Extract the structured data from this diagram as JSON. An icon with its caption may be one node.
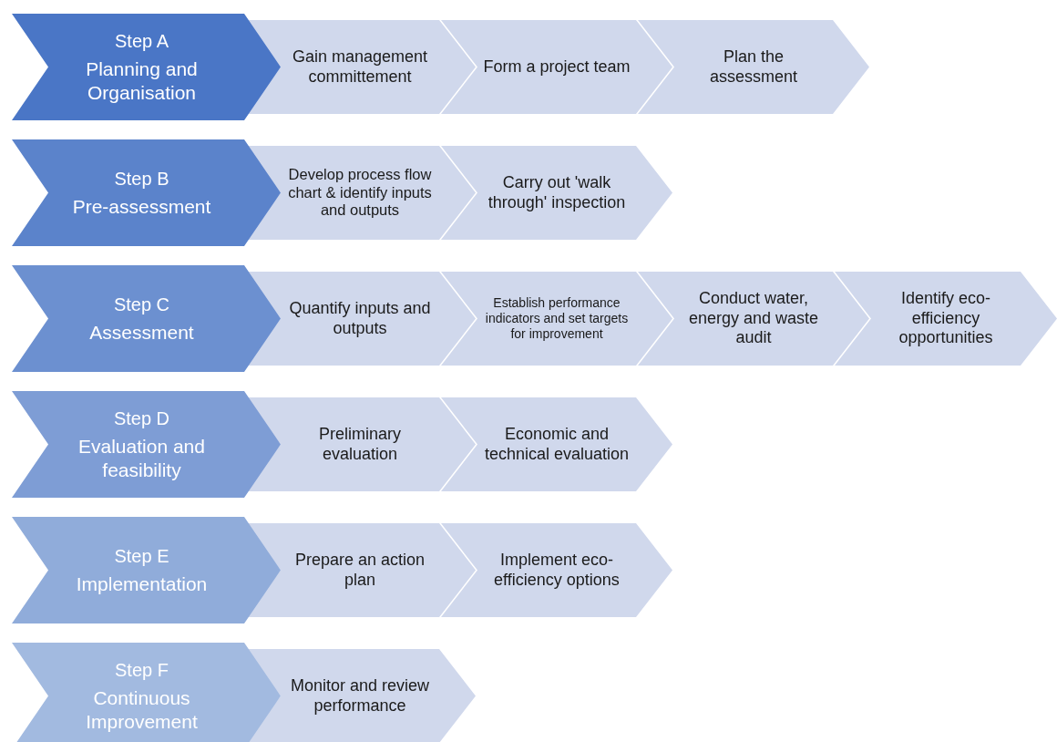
{
  "diagram": {
    "nodes": [
      {
        "text": [
          "Step A",
          "Planning and Organisation"
        ]
      },
      {
        "text": [
          "Gain management committement"
        ]
      },
      {
        "text": [
          "Form a project team"
        ]
      },
      {
        "text": [
          "Plan the assessment"
        ]
      },
      {
        "text": [
          "Step B",
          "Pre-assessment"
        ]
      },
      {
        "text": [
          "Develop process flow chart & identify inputs and outputs"
        ]
      },
      {
        "text": [
          "Carry out 'walk through' inspection"
        ]
      },
      {
        "text": [
          "Step C",
          "Assessment"
        ]
      },
      {
        "text": [
          "Quantify inputs and outputs"
        ]
      },
      {
        "text": [
          "Establish performance indicators and set targets for improvement"
        ]
      },
      {
        "text": [
          "Conduct water, energy and waste audit"
        ]
      },
      {
        "text": [
          "Identify eco-efficiency opportunities"
        ]
      },
      {
        "text": [
          "Step D",
          "Evaluation and feasibility"
        ]
      },
      {
        "text": [
          "Preliminary evaluation"
        ]
      },
      {
        "text": [
          "Economic and technical evaluation"
        ]
      },
      {
        "text": [
          "Step E",
          "Implementation"
        ]
      },
      {
        "text": [
          "Prepare an action plan"
        ]
      },
      {
        "text": [
          "Implement eco-efficiency options"
        ]
      },
      {
        "text": [
          "Step F",
          "Continuous Improvement"
        ]
      },
      {
        "text": [
          "Monitor and review performance"
        ]
      }
    ]
  }
}
